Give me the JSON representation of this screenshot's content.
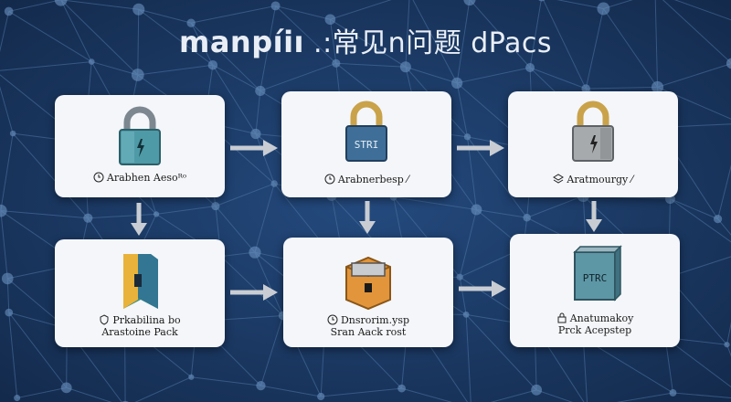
{
  "title": {
    "brand": "manpíiı",
    "rest": " .:常见n问题 dPacs"
  },
  "cards": [
    {
      "id": "c1",
      "lock_text": "",
      "caption": [
        "Arabhen Aesoᴿᵒ"
      ],
      "accent": "#4e9aa6"
    },
    {
      "id": "c2",
      "lock_text": "STRI",
      "caption": [
        "Arabnerbesp ⁄"
      ],
      "accent": "#3f6f99"
    },
    {
      "id": "c3",
      "lock_text": "",
      "caption": [
        "Aratmourgy ⁄"
      ],
      "accent": "#a7aaad"
    },
    {
      "id": "c4",
      "lock_text": "",
      "caption": [
        "Prkabilina  bo",
        "Arastoine Pack"
      ],
      "accent": "#3f8f7a"
    },
    {
      "id": "c5",
      "lock_text": "",
      "caption": [
        "Dnsrorim.ysp",
        "Sran Aack rost"
      ],
      "accent": "#e2953a"
    },
    {
      "id": "c6",
      "lock_text": "PTRC",
      "caption": [
        "Anatumakoy",
        "Prck Acepstep"
      ],
      "accent": "#5d97a6"
    }
  ],
  "colors": {
    "background": "#1d3a66",
    "arrow": "#c9cdd3",
    "card": "#f4f6f9"
  }
}
